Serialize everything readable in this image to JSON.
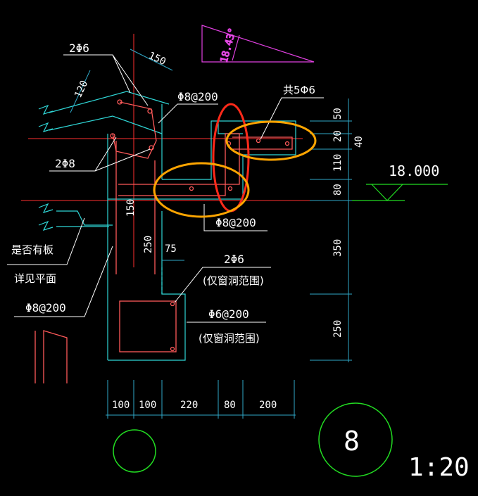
{
  "colors": {
    "background": "#000000",
    "wall": "#2fd6d6",
    "rebar": "#ff5a5a",
    "centerline": "#ff3030",
    "dimension": "#2fa8c8",
    "leader": "#ffffff",
    "slope_mark": "#e040e0",
    "level_mark": "#22dd22",
    "highlight_red": "#ff2a1a",
    "highlight_orange": "#ffa500",
    "circle": "#22dd22"
  },
  "labels": {
    "rebar_2phi6_top": "2Φ6",
    "rebar_2phi8": "2Φ8",
    "stirrup_top": "Φ8@200",
    "rebar_total_5phi6": "共5Φ6",
    "stirrup_mid": "Φ8@200",
    "rebar_2phi6_window": "2Φ6",
    "note_window_1": "(仅窗洞范围)",
    "stirrup_phi6": "Φ6@200",
    "note_window_2": "(仅窗洞范围)",
    "slab_note_1": "是否有板",
    "slab_note_2": "详见平面",
    "stirrup_left": "Φ8@200",
    "elevation": "18.000",
    "slope_angle": "18.43°",
    "section_number": "8",
    "scale": "1:20"
  },
  "dimensions": {
    "top_150": "150",
    "left_120": "120",
    "inner_150": "150",
    "inner_250": "250",
    "inner_75": "75",
    "right_50": "50",
    "right_20": "20",
    "right_40": "40",
    "right_110": "110",
    "right_80": "80",
    "right_350": "350",
    "right_250": "250",
    "bottom": [
      "100",
      "100",
      "220",
      "80",
      "200"
    ]
  }
}
